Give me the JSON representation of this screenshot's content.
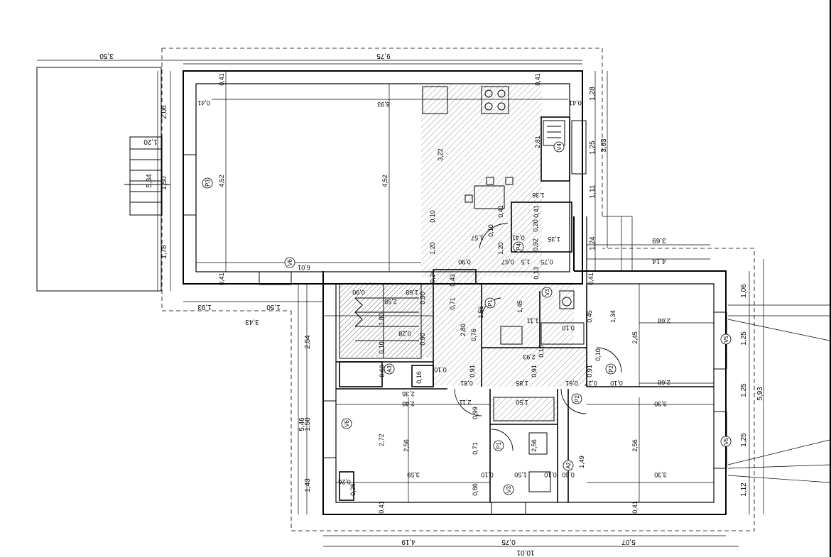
{
  "colors": {
    "line": "#000000",
    "hatch": "#9a9a9a",
    "paper": "#ffffff",
    "grid": "#8a8a8a"
  },
  "icons": [
    "staircase-symbol",
    "kitchen-stove-icon",
    "kitchen-sink-icon",
    "toilet-icon",
    "bathtub-icon",
    "shower-tray-icon",
    "washbasin-icon",
    "dining-table-icon"
  ],
  "overall_dims": {
    "top_3_50": "3,50",
    "top_9_75": "9,75",
    "bottom_10_01": "10,01",
    "bottom_4_19": "4,19",
    "bottom_0_75": "0,75",
    "bottom_5_07": "5,07",
    "left_5_34": "5,34",
    "left_2_06": "2,06",
    "left_1_50": "1,50",
    "left_1_78": "1,78",
    "left_1_20": "1,20",
    "left_5_46": "5,46",
    "left_2_54": "2,54",
    "left_1_50b": "1,50",
    "left_1_43": "1,43",
    "right_1_28": "1,28",
    "right_1_25": "1,25",
    "right_3_63": "3,63",
    "right_1_11": "1,11",
    "right_1_24": "1,24",
    "right_3_69": "3,69",
    "right_4_14": "4,14",
    "right_1_06": "1,06",
    "right_1_25a": "1,25",
    "right_1_25b": "1,25",
    "right_1_25c": "1,25",
    "right_1_12": "1,12",
    "right_5_93": "5,93",
    "mid_1_93": "1,93",
    "mid_1_50": "1,50",
    "mid_3_43": "3,43"
  },
  "interior_dims": {
    "d_8_93": "8,93",
    "d_4_52a": "4,52",
    "d_4_52b": "4,52",
    "d_3_22": "3,22",
    "d_2_81": "2,81",
    "d_6_01": "6,01",
    "d_0_41_a": "0,41",
    "d_0_41_b": "0,41",
    "d_0_41_c": "0,41",
    "d_0_41_d": "0,41",
    "d_0_41_e": "0,41",
    "d_0_41_f": "0,41",
    "d_0_41_g": "0,41",
    "d_0_41_h": "0,41",
    "d_0_41_i": "0,41",
    "d_1_36": "1,36",
    "d_1_57": "1,57",
    "d_1_20a": "1,20",
    "d_1_20b": "1,20",
    "d_0_10a": "0,10",
    "d_0_10b": "0,10",
    "d_0_92": "0,92",
    "d_1_35": "1,35",
    "d_0_20": "0,20",
    "d_0_90a": "0,90",
    "d_0_67": "0,67",
    "d_1_5": "1,5",
    "d_0_75": "0,75",
    "d_0_13": "0,13",
    "d_0_24": "0,24",
    "d_0_43": "0,43",
    "d_0_71a": "0,71",
    "d_1_56": "1,56",
    "d_1_45": "1,45",
    "d_1_11": "1,11",
    "d_0_10c": "0,10",
    "d_0_45": "0,45",
    "d_1_34": "1,34",
    "d_2_68a": "2,68",
    "d_2_45": "2,45",
    "d_2_68b": "2,68",
    "d_0_90b": "0,90",
    "d_1_68": "1,68",
    "d_2_58": "2,58",
    "d_1_80": "1,80",
    "d_0_90c": "0,90",
    "d_0_28": "0,28",
    "d_0_10d": "0,10",
    "d_0_90d": "0,90",
    "d_2_80": "2,80",
    "d_0_76": "0,76",
    "d_2_93": "2,93",
    "d_0_10e": "0,10",
    "d_0_91a": "0,91",
    "d_0_91b": "0,91",
    "d_0_91c": "0,91",
    "d_0_10f": "0,10",
    "d_0_60": "0,60",
    "d_0_16": "0,16",
    "d_0_10g": "0,10",
    "d_0_81": "0,81",
    "d_1_85": "1,85",
    "d_0_61": "0,61",
    "d_0_27": "0,27",
    "d_0_10h": "0,10",
    "d_2_36": "2,36",
    "d_2_48": "2,48",
    "d_2_11": "2,11",
    "d_1_50c": "1,50",
    "d_3_30a": "3,30",
    "d_0_99": "0,99",
    "d_2_72": "2,72",
    "d_2_56a": "2,56",
    "d_0_71b": "0,71",
    "d_2_56b": "2,56",
    "d_1_49": "1,49",
    "d_2_56c": "2,56",
    "d_3_59": "3,59",
    "d_0_86": "0,86",
    "d_0_10i": "0,10",
    "d_1_50d": "1,50",
    "d_0_10j": "0,10",
    "d_0_60b": "0,60",
    "d_3_30b": "3,30",
    "d_0_26": "0,26",
    "d_0_26b": "0,26",
    "d_0_41_j": "0,41",
    "d_0_41_k": "0,41"
  },
  "tags": {
    "p3": "P3",
    "v6a": "V6",
    "v6b": "V6",
    "v4": "V4",
    "p4": "P4",
    "v3a": "V3",
    "v3b": "V3",
    "p1a": "P1",
    "p1b": "P1",
    "p2a": "P2",
    "p2b": "P2",
    "v5a": "V5",
    "v5b": "V5",
    "a3": "A3",
    "a2": "A2"
  }
}
